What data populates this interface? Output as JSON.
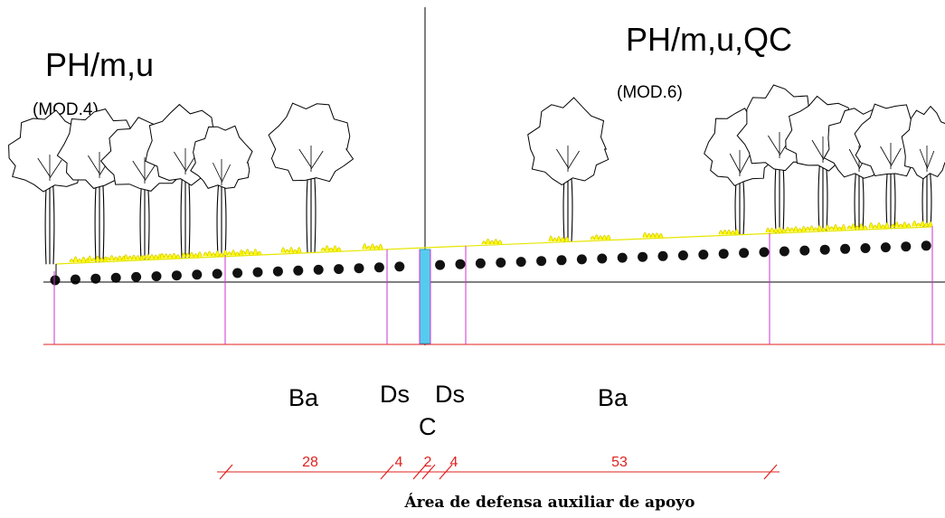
{
  "left_section": {
    "title": "PH/m,u",
    "module": "(MOD.4)"
  },
  "right_section": {
    "title": "PH/m,u,QC",
    "module": "(MOD.6)"
  },
  "zones": {
    "ba_left": "Ba",
    "ds_left": "Ds",
    "ds_right": "Ds",
    "channel": "C",
    "ba_right": "Ba"
  },
  "dimensions": [
    "28",
    "4",
    "2",
    "4",
    "53"
  ],
  "caption": "Área de defensa auxiliar de apoyo",
  "colors": {
    "line": "#000000",
    "division": "#cc33cc",
    "dimension": "#e0201e",
    "shrub": "#ffff00",
    "channel": "#55ccee",
    "ground": "#e6e600"
  }
}
